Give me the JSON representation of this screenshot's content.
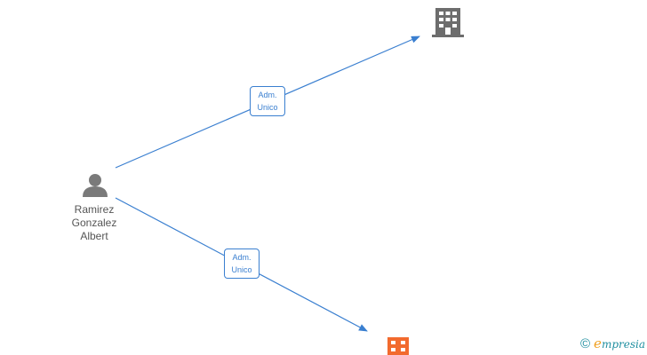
{
  "diagram": {
    "person": {
      "name_lines": [
        "Ramirez",
        "Gonzalez",
        "Albert"
      ],
      "icon": "person-icon"
    },
    "companies": [
      {
        "icon": "building-icon",
        "color": "#6d6d6d"
      },
      {
        "icon": "building-icon",
        "color": "#f26a2e"
      }
    ],
    "relations": [
      {
        "label_lines": [
          "Adm.",
          "Unico"
        ]
      },
      {
        "label_lines": [
          "Adm.",
          "Unico"
        ]
      }
    ],
    "edge_color": "#3a7fd0",
    "person_color": "#7a7a7a"
  },
  "footer": {
    "copyright_symbol": "©",
    "brand_initial": "e",
    "brand_rest": "mpresia"
  }
}
